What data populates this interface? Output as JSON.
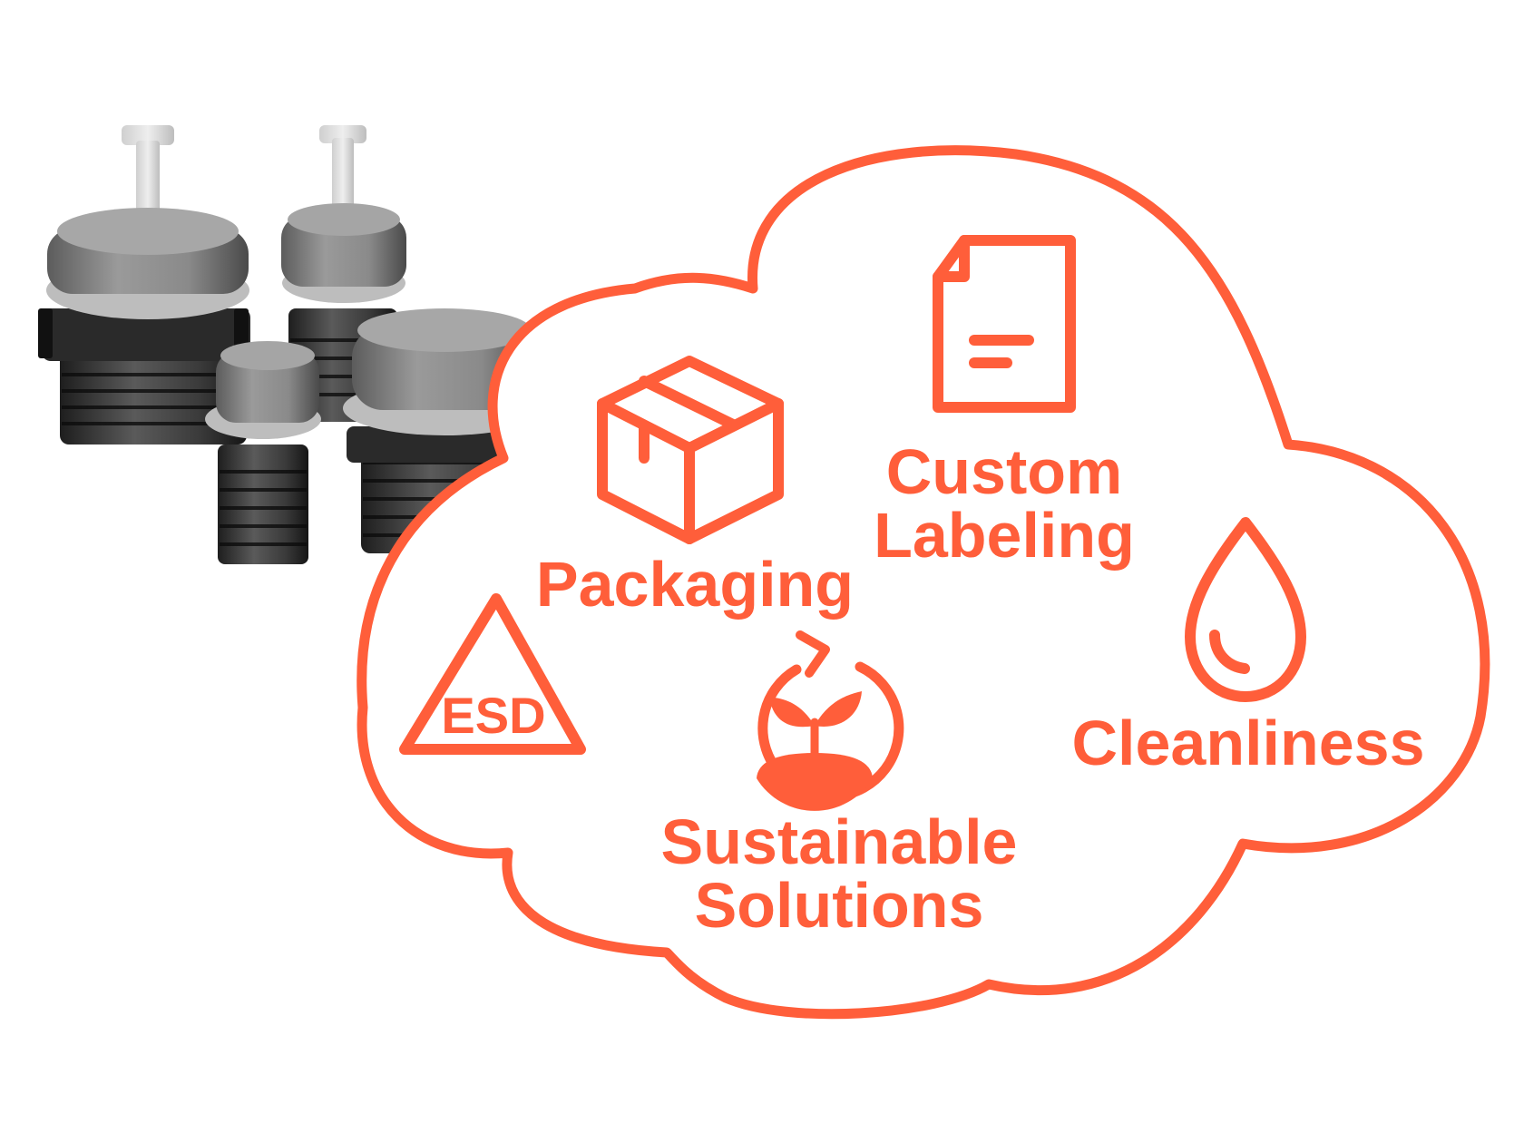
{
  "accent_color": "#FF5E3A",
  "product_photo": {
    "description_icon": "threaded-plug-caps-icon",
    "count": 4
  },
  "cloud": {
    "icon": "cloud-outline-icon",
    "items": [
      {
        "key": "packaging",
        "icon": "box-icon",
        "label_lines": [
          "Packaging"
        ]
      },
      {
        "key": "custom_labeling",
        "icon": "document-icon",
        "label_lines": [
          "Custom",
          "Labeling"
        ]
      },
      {
        "key": "esd",
        "icon": "warning-triangle-icon",
        "label_lines": [
          "ESD"
        ]
      },
      {
        "key": "sustainable",
        "icon": "sprout-cycle-icon",
        "label_lines": [
          "Sustainable",
          "Solutions"
        ]
      },
      {
        "key": "cleanliness",
        "icon": "water-drop-icon",
        "label_lines": [
          "Cleanliness"
        ]
      }
    ]
  }
}
